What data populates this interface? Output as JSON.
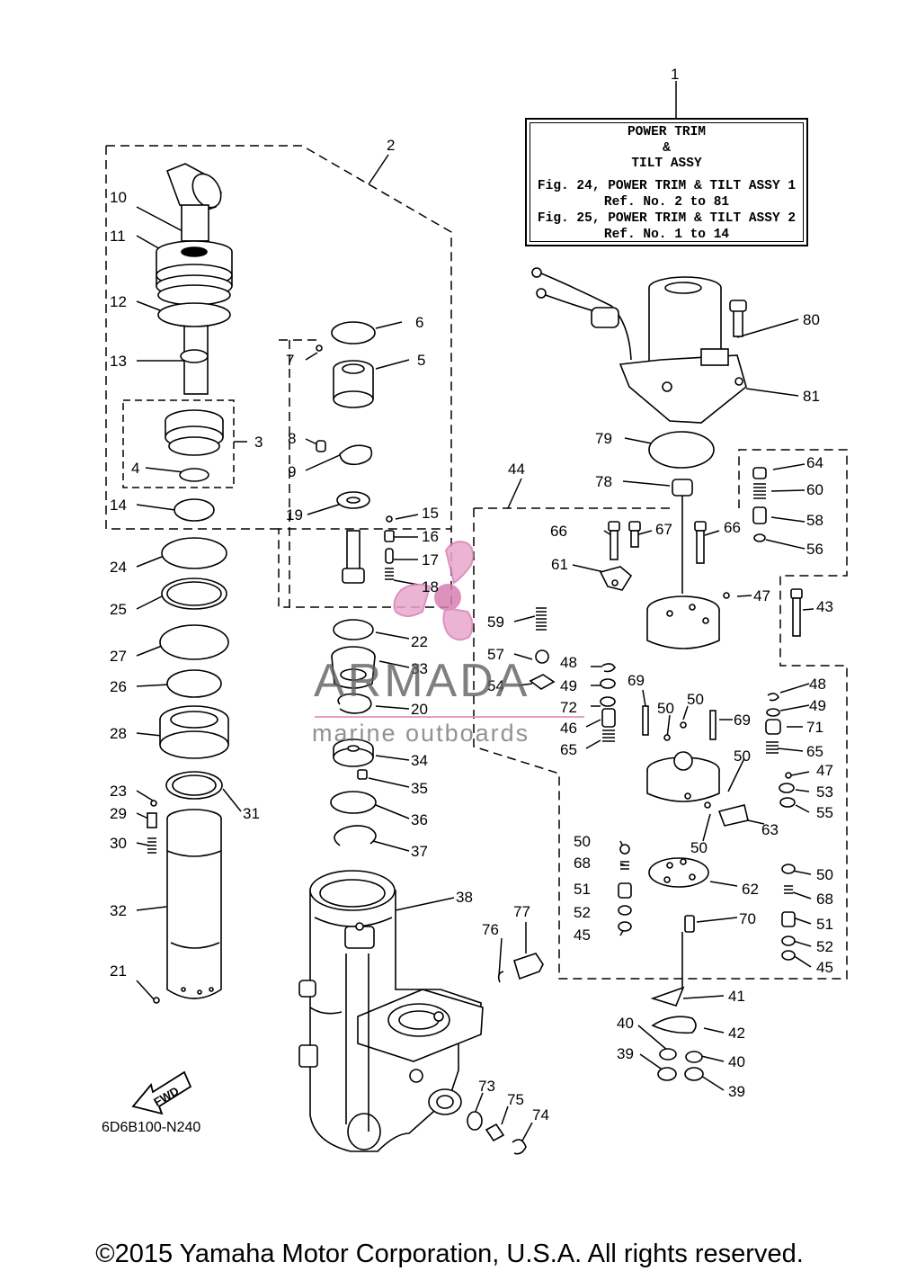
{
  "legend": {
    "line1": "POWER TRIM",
    "line2": "&",
    "line3": "TILT ASSY",
    "line4": "Fig. 24, POWER TRIM & TILT ASSY 1",
    "line5": "Ref. No. 2 to 81",
    "line6": "Fig. 25, POWER TRIM & TILT ASSY 2",
    "line7": "Ref. No. 1 to 14"
  },
  "callouts": [
    "1",
    "2",
    "3",
    "4",
    "5",
    "6",
    "7",
    "8",
    "9",
    "10",
    "11",
    "12",
    "13",
    "14",
    "15",
    "16",
    "17",
    "18",
    "19",
    "20",
    "21",
    "22",
    "23",
    "24",
    "25",
    "26",
    "27",
    "28",
    "29",
    "30",
    "31",
    "32",
    "33",
    "34",
    "35",
    "36",
    "37",
    "38",
    "39",
    "40",
    "41",
    "42",
    "43",
    "44",
    "45",
    "46",
    "47",
    "48",
    "49",
    "50",
    "51",
    "52",
    "53",
    "54",
    "55",
    "56",
    "57",
    "58",
    "59",
    "60",
    "61",
    "62",
    "63",
    "64",
    "65",
    "66",
    "67",
    "68",
    "69",
    "70",
    "71",
    "72",
    "73",
    "74",
    "75",
    "76",
    "77",
    "78",
    "79",
    "80",
    "81"
  ],
  "direction_label": "FWD",
  "drawing_code": "6D6B100-N240",
  "watermark": {
    "brand": "ARMADA",
    "sub": "marine outboards"
  },
  "copyright": "©2015 Yamaha Motor Corporation, U.S.A. All rights reserved.",
  "colors": {
    "line": "#000000",
    "watermark_pink": "#e48fbf",
    "watermark_gray": "#5f5f5f"
  }
}
